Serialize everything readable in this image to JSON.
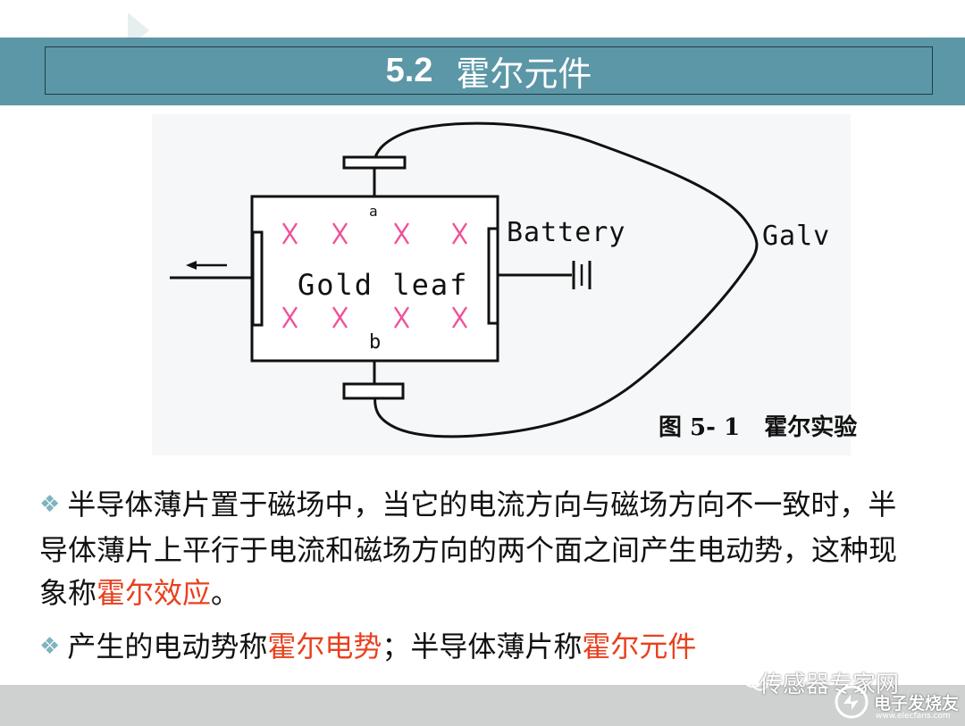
{
  "header": {
    "number": "5.2",
    "title": "霍尔元件"
  },
  "diagram": {
    "label_a": "a",
    "label_b": "b",
    "gold_leaf": "Gold leaf",
    "battery": "Battery",
    "galv": "Galv",
    "cross_symbol": "X",
    "arrow": "←"
  },
  "caption": "图 5- 1   霍尔实验",
  "bullets": [
    {
      "marker": "❖",
      "text_1": "半导体薄片置于磁场中，当它的电流方向与磁场方向不一致时，半导体薄片上平行于电流和磁场方向的两个面之间产生电动势，这种现象称",
      "highlight_1": "霍尔效应",
      "text_2": "。"
    },
    {
      "marker": "❖",
      "text_1": "产生的电动势称",
      "highlight_1": "霍尔电势",
      "text_2": "；半导体薄片称",
      "highlight_2": "霍尔元件"
    }
  ],
  "watermark": {
    "account": "传感器专家网",
    "site_name": "电子发烧友",
    "site_url": "www.elecfans.com"
  },
  "colors": {
    "title_band": "#5b97a6",
    "highlight": "#e8411f",
    "cross": "#f0509a",
    "bullet": "#7fb3bf"
  }
}
